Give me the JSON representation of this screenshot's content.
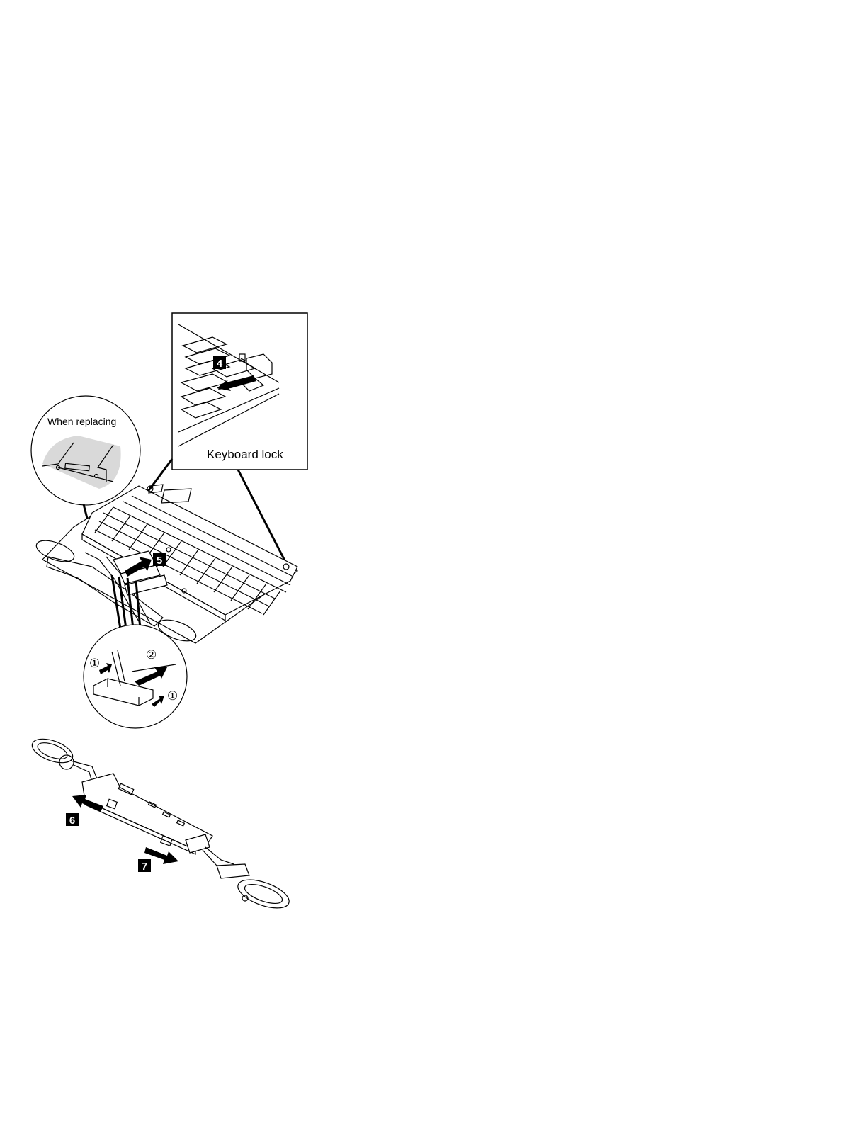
{
  "callouts": {
    "keyboard_lock_label": "Keyboard lock",
    "when_replacing_label": "When replacing",
    "sub_step_1": "①",
    "sub_step_2": "②"
  },
  "steps": [
    "4",
    "5",
    "6",
    "7"
  ],
  "colors": {
    "line": "#000000",
    "shade": "#d9d9d9",
    "badge": "#000000"
  }
}
